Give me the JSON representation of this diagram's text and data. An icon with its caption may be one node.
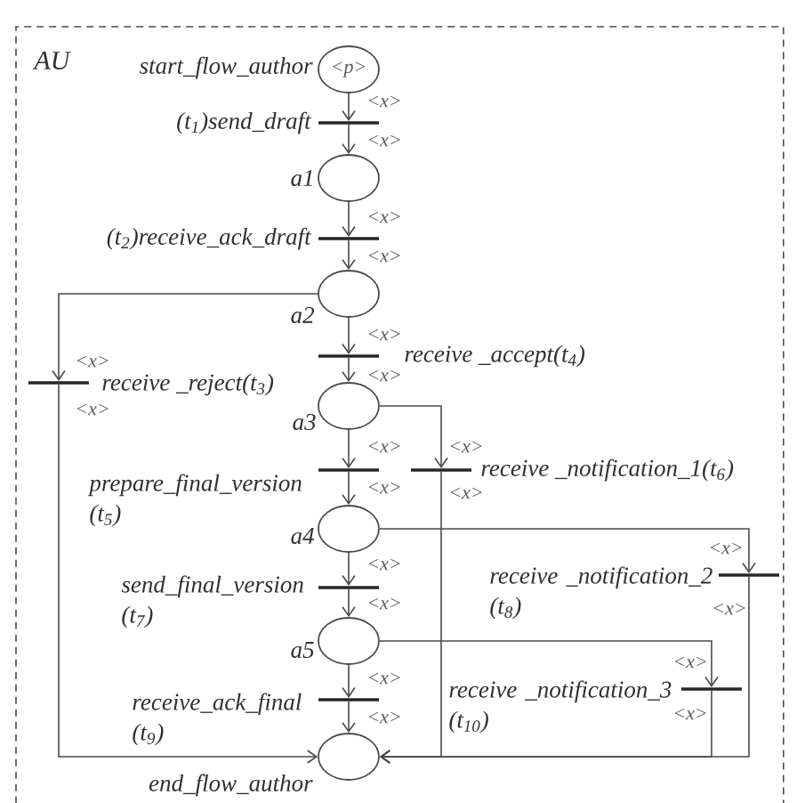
{
  "diagram": {
    "nodes": [
      {
        "text": [
          "AU"
        ]
      },
      {
        "text": [
          "<p>"
        ],
        "beside": [
          "start_flow_author"
        ],
        "in": 0
      },
      {
        "text": [],
        "shape": "bar",
        "beside": [
          "(t$_{1}$)send_draft"
        ],
        "in": 0
      },
      {
        "text": [],
        "shape": "circle",
        "beside": [
          "a1"
        ],
        "in": 0
      },
      {
        "text": [],
        "shape": "bar",
        "beside": [
          "(t$_{2}$)receive_ack_draft"
        ],
        "in": 0
      },
      {
        "text": [],
        "shape": "circle",
        "beside": [
          "a2"
        ],
        "in": 0
      },
      {
        "text": [],
        "shape": "bar",
        "beside": [
          "receive _accept(t$_{4}$)"
        ],
        "in": 0
      },
      {
        "text": [],
        "shape": "bar",
        "beside": [
          "receive _reject(t$_{3}$)"
        ],
        "in": 0
      },
      {
        "text": [],
        "shape": "circle",
        "beside": [
          "a3"
        ],
        "in": 0
      },
      {
        "text": [],
        "shape": "bar",
        "beside": [
          "receive _notification_1(t$_{6}$)"
        ],
        "in": 0
      },
      {
        "text": [],
        "shape": "bar",
        "beside": [
          "prepare_final_version (t$_{5}$)"
        ],
        "in": 0
      },
      {
        "text": [],
        "shape": "circle",
        "beside": [
          "a4"
        ],
        "in": 0
      },
      {
        "text": [],
        "shape": "bar",
        "beside": [
          "receive _notification_2 (t$_{8}$)"
        ],
        "in": 0
      },
      {
        "text": [],
        "shape": "bar",
        "beside": [
          "send_final_version (t$_{7}$)"
        ],
        "in": 0
      },
      {
        "text": [],
        "shape": "circle",
        "beside": [
          "a5"
        ],
        "in": 0
      },
      {
        "text": [],
        "shape": "bar",
        "beside": [
          "receive _notification_3 (t$_{10}$)"
        ],
        "in": 0
      },
      {
        "text": [],
        "shape": "bar",
        "beside": [
          "receive_ack_final (t$_{9}$)"
        ],
        "in": 0
      },
      {
        "text": [],
        "shape": "circle",
        "beside": [
          "end_flow_author"
        ],
        "in": 0
      }
    ],
    "edges": [
      {
        "from": 1,
        "to": 2,
        "arrow": "to",
        "label": "<x>"
      },
      {
        "from": 2,
        "to": 3,
        "arrow": "to",
        "label": "<x>"
      },
      {
        "from": 3,
        "to": 4,
        "arrow": "to",
        "label": "<x>"
      },
      {
        "from": 4,
        "to": 5,
        "arrow": "to",
        "label": "<x>"
      },
      {
        "from": 5,
        "to": 6,
        "arrow": "to",
        "label": "<x>"
      },
      {
        "from": 6,
        "to": 8,
        "arrow": "to",
        "label": "<x>"
      },
      {
        "from": 5,
        "to": 7,
        "arrow": "to",
        "label": "<x>"
      },
      {
        "from": 7,
        "to": 17,
        "arrow": "to",
        "label": "<x>"
      },
      {
        "from": 8,
        "to": 10,
        "arrow": "to",
        "label": "<x>"
      },
      {
        "from": 10,
        "to": 11,
        "arrow": "to",
        "label": "<x>"
      },
      {
        "from": 8,
        "to": 9,
        "arrow": "to",
        "label": "<x>"
      },
      {
        "from": 9,
        "to": 17,
        "arrow": "to",
        "label": "<x>"
      },
      {
        "from": 11,
        "to": 13,
        "arrow": "to",
        "label": "<x>"
      },
      {
        "from": 13,
        "to": 14,
        "arrow": "to",
        "label": "<x>"
      },
      {
        "from": 11,
        "to": 12,
        "arrow": "to",
        "label": "<x>"
      },
      {
        "from": 12,
        "to": 17,
        "arrow": "to",
        "label": "<x>"
      },
      {
        "from": 14,
        "to": 16,
        "arrow": "to",
        "label": "<x>"
      },
      {
        "from": 16,
        "to": 17,
        "arrow": "to",
        "label": "<x>"
      },
      {
        "from": 14,
        "to": 15,
        "arrow": "to",
        "label": "<x>"
      },
      {
        "from": 15,
        "to": 17,
        "arrow": "to",
        "label": "<x>"
      }
    ]
  }
}
